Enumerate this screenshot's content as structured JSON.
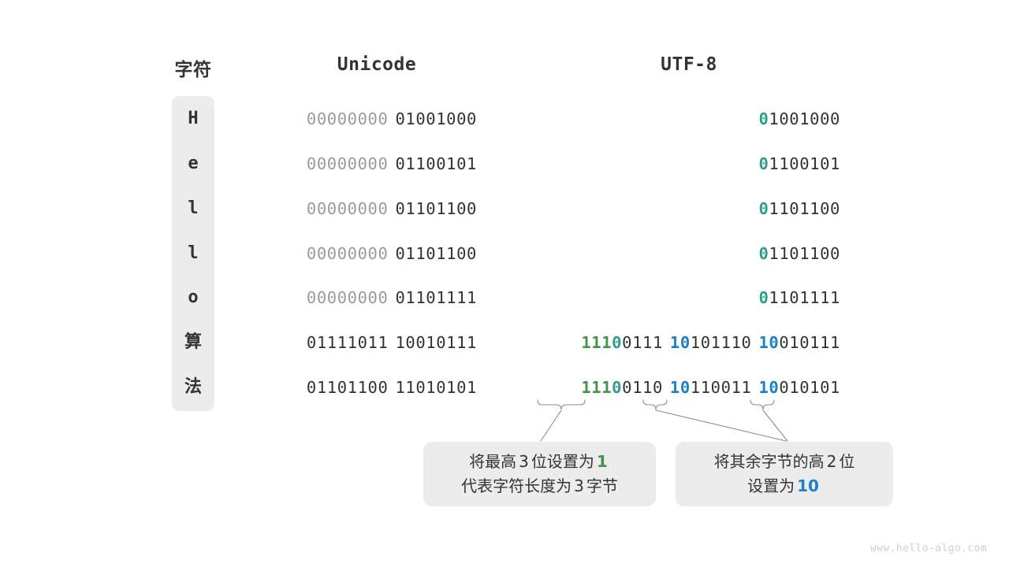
{
  "headers": {
    "character": "字符",
    "unicode": "Unicode",
    "utf8": "UTF-8"
  },
  "colors": {
    "accent_green": "#46924a",
    "accent_teal": "#2e9e89",
    "accent_blue": "#1b81c9",
    "text": "#333333",
    "dim_text": "#9a9a9a",
    "panel_bg": "#ececec",
    "page_bg": "#ffffff",
    "watermark": "#cfcfcf"
  },
  "rows": [
    {
      "char": "H",
      "unicode_bytes": [
        "00000000",
        "01001000"
      ],
      "unicode_dim": [
        true,
        false
      ],
      "utf8_text": "01001000",
      "utf8_parts": [
        {
          "text": "0",
          "style": "teal"
        },
        {
          "text": "1001000",
          "style": "dark"
        }
      ]
    },
    {
      "char": "e",
      "unicode_bytes": [
        "00000000",
        "01100101"
      ],
      "unicode_dim": [
        true,
        false
      ],
      "utf8_text": "01100101",
      "utf8_parts": [
        {
          "text": "0",
          "style": "teal"
        },
        {
          "text": "1100101",
          "style": "dark"
        }
      ]
    },
    {
      "char": "l",
      "unicode_bytes": [
        "00000000",
        "01101100"
      ],
      "unicode_dim": [
        true,
        false
      ],
      "utf8_text": "01101100",
      "utf8_parts": [
        {
          "text": "0",
          "style": "teal"
        },
        {
          "text": "1101100",
          "style": "dark"
        }
      ]
    },
    {
      "char": "l",
      "unicode_bytes": [
        "00000000",
        "01101100"
      ],
      "unicode_dim": [
        true,
        false
      ],
      "utf8_text": "01101100",
      "utf8_parts": [
        {
          "text": "0",
          "style": "teal"
        },
        {
          "text": "1101100",
          "style": "dark"
        }
      ]
    },
    {
      "char": "o",
      "unicode_bytes": [
        "00000000",
        "01101111"
      ],
      "unicode_dim": [
        true,
        false
      ],
      "utf8_text": "01101111",
      "utf8_parts": [
        {
          "text": "0",
          "style": "teal"
        },
        {
          "text": "1101111",
          "style": "dark"
        }
      ]
    },
    {
      "char": "算",
      "unicode_bytes": [
        "01111011",
        "10010111"
      ],
      "unicode_dim": [
        false,
        false
      ],
      "utf8_text": "11100111 10101110 10010111",
      "utf8_parts": [
        {
          "text": "111",
          "style": "green"
        },
        {
          "text": "0",
          "style": "teal"
        },
        {
          "text": "0111",
          "style": "dark"
        },
        {
          "text": " ",
          "style": "space"
        },
        {
          "text": "10",
          "style": "blue"
        },
        {
          "text": "101110",
          "style": "dark"
        },
        {
          "text": " ",
          "style": "space"
        },
        {
          "text": "10",
          "style": "blue"
        },
        {
          "text": "010111",
          "style": "dark"
        }
      ]
    },
    {
      "char": "法",
      "unicode_bytes": [
        "01101100",
        "11010101"
      ],
      "unicode_dim": [
        false,
        false
      ],
      "utf8_text": "11100110 10110011 10010101",
      "utf8_parts": [
        {
          "text": "111",
          "style": "green"
        },
        {
          "text": "0",
          "style": "teal"
        },
        {
          "text": "0110",
          "style": "dark"
        },
        {
          "text": " ",
          "style": "space"
        },
        {
          "text": "10",
          "style": "blue"
        },
        {
          "text": "110011",
          "style": "dark"
        },
        {
          "text": " ",
          "style": "space"
        },
        {
          "text": "10",
          "style": "blue"
        },
        {
          "text": "010101",
          "style": "dark"
        }
      ]
    }
  ],
  "callouts": [
    {
      "id": "leading-byte-note",
      "line1_before": "将最高",
      "line1_num": "3",
      "line1_mid": "位设置为",
      "line1_highlight": "1",
      "line1_highlight_color": "green",
      "line2_before": "代表字符长度为",
      "line2_num": "3",
      "line2_after": "字节"
    },
    {
      "id": "continuation-byte-note",
      "line1_before": "将其余字节的高",
      "line1_num": "2",
      "line1_after": "位",
      "line2_before": "设置为",
      "line2_highlight": "10",
      "line2_highlight_color": "blue"
    }
  ],
  "watermark": "www.hello-algo.com"
}
